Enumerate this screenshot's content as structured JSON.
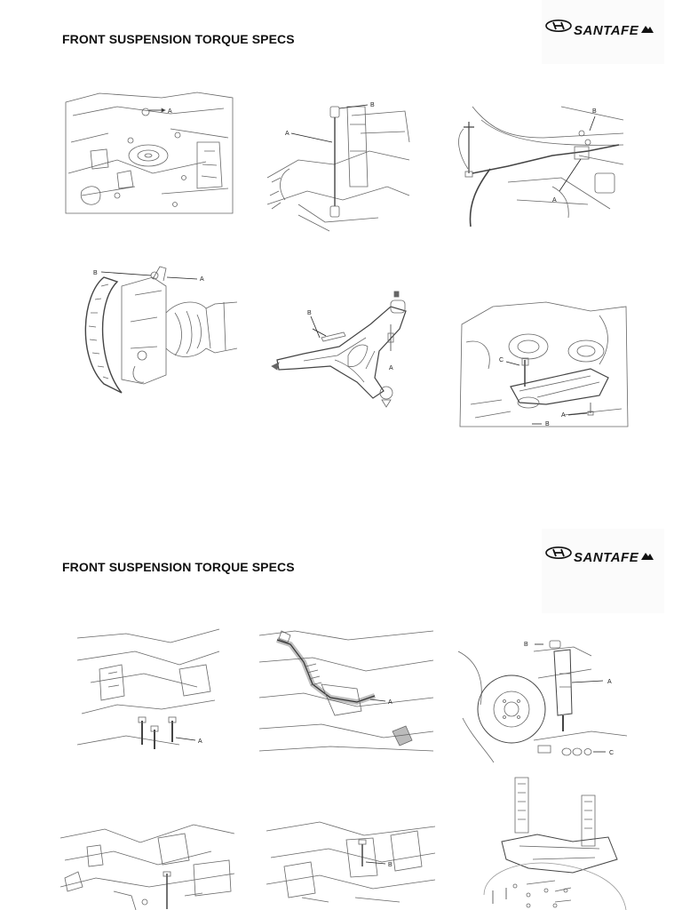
{
  "pages": [
    {
      "title": "FRONT SUSPENSION TORQUE SPECS",
      "logo_text": "SANTAFE"
    },
    {
      "title": "FRONT SUSPENSION TORQUE SPECS",
      "logo_text": "SANTAFE"
    }
  ],
  "callouts": {
    "a": "A",
    "b": "B",
    "c": "C"
  },
  "icons": [
    "hyundai-logo-icon",
    "mountain-icon"
  ],
  "colors": {
    "text": "#111111",
    "line": "#666666"
  }
}
